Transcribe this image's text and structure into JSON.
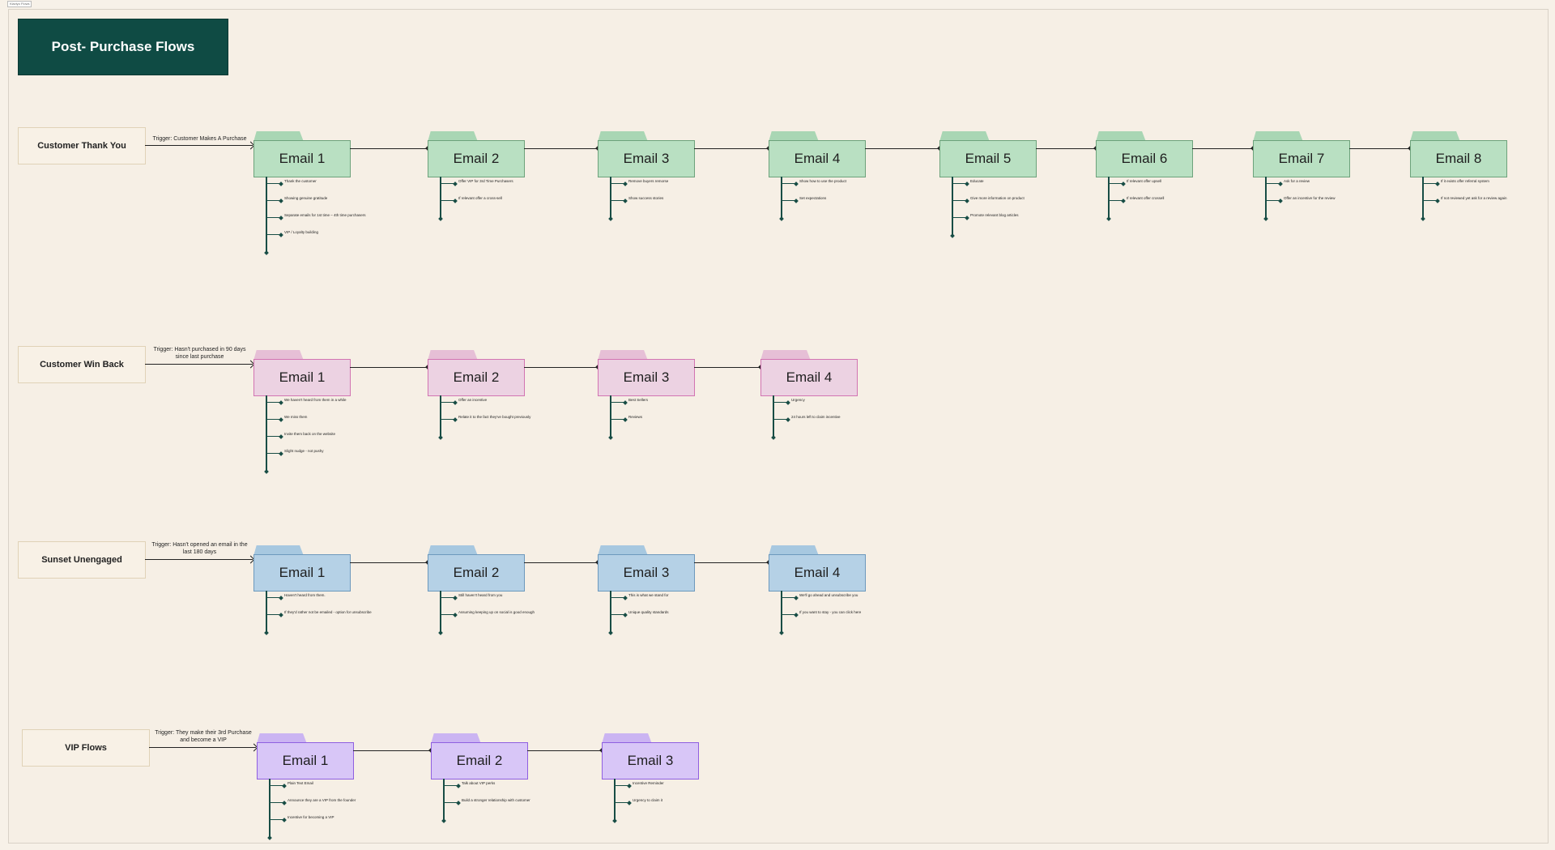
{
  "frame_label": "Klaviyo Flows",
  "title": "Post- Purchase Flows",
  "flows": [
    {
      "label": "Customer Thank You",
      "trigger": "Trigger: Customer Makes A Purchase",
      "color": "green",
      "emails": [
        {
          "name": "Email 1",
          "bullets": [
            "Thank the customer",
            "Showing genuine gratitude",
            "Separate emails for 1st time – 4th time purchasers",
            "VIP / Loyalty building"
          ]
        },
        {
          "name": "Email 2",
          "bullets": [
            "Offer VIP for 3rd Time Purchasers",
            "If relevant offer a cross-sell"
          ]
        },
        {
          "name": "Email 3",
          "bullets": [
            "Remove buyers remorse",
            "Show success stories"
          ]
        },
        {
          "name": "Email 4",
          "bullets": [
            "Show how to use the product",
            "Set expectations"
          ]
        },
        {
          "name": "Email 5",
          "bullets": [
            "Educate",
            "Give more information on product",
            "Promote relevant blog articles"
          ]
        },
        {
          "name": "Email 6",
          "bullets": [
            "If relevant offer upsell",
            "If relevant offer crossell"
          ]
        },
        {
          "name": "Email 7",
          "bullets": [
            "Ask for a review",
            "Offer an incentive for the review"
          ]
        },
        {
          "name": "Email 8",
          "bullets": [
            "If it exists offer referral system",
            "If not reviewed yet ask for a review again"
          ]
        }
      ]
    },
    {
      "label": "Customer Win Back",
      "trigger": "Trigger: Hasn't purchased in 90 days since last purchase",
      "color": "pink",
      "emails": [
        {
          "name": "Email 1",
          "bullets": [
            "We haven't heard from them in a while",
            "We miss them",
            "Invite them back on the website",
            "Slight nudge - not pushy"
          ]
        },
        {
          "name": "Email 2",
          "bullets": [
            "Offer an incentive",
            "Relate it to the fact they've bought previously"
          ]
        },
        {
          "name": "Email 3",
          "bullets": [
            "Best Sellers",
            "Reviews"
          ]
        },
        {
          "name": "Email 4",
          "bullets": [
            "Urgency",
            "24 hours left to claim incentive"
          ]
        }
      ]
    },
    {
      "label": "Sunset Unengaged",
      "trigger": "Trigger: Hasn't opened an email in the last 180 days",
      "color": "blue",
      "emails": [
        {
          "name": "Email 1",
          "bullets": [
            "Haven't heard from them.",
            "If they'd rather not be emailed - option for unsubscribe"
          ]
        },
        {
          "name": "Email 2",
          "bullets": [
            "Still haven't heard from you",
            "Assuming keeping up on social is good enough"
          ]
        },
        {
          "name": "Email 3",
          "bullets": [
            "This is what we stand for",
            "Unique quality standards"
          ]
        },
        {
          "name": "Email 4",
          "bullets": [
            "We'll go ahead and unsubscribe you",
            "If you want to stay - you can click here"
          ]
        }
      ]
    },
    {
      "label": "VIP Flows",
      "trigger": "Trigger: They make their 3rd Purchase and become a VIP",
      "color": "purple",
      "emails": [
        {
          "name": "Email 1",
          "bullets": [
            "Plain Text Email",
            "Announce they are a VIP from the founder",
            "Incentive for becoming a VIP"
          ]
        },
        {
          "name": "Email 2",
          "bullets": [
            "Talk about VIP perks",
            "Build a stronger relationship with customer"
          ]
        },
        {
          "name": "Email 3",
          "bullets": [
            "Incentive Reminder",
            "Urgency to claim it"
          ]
        }
      ]
    }
  ]
}
